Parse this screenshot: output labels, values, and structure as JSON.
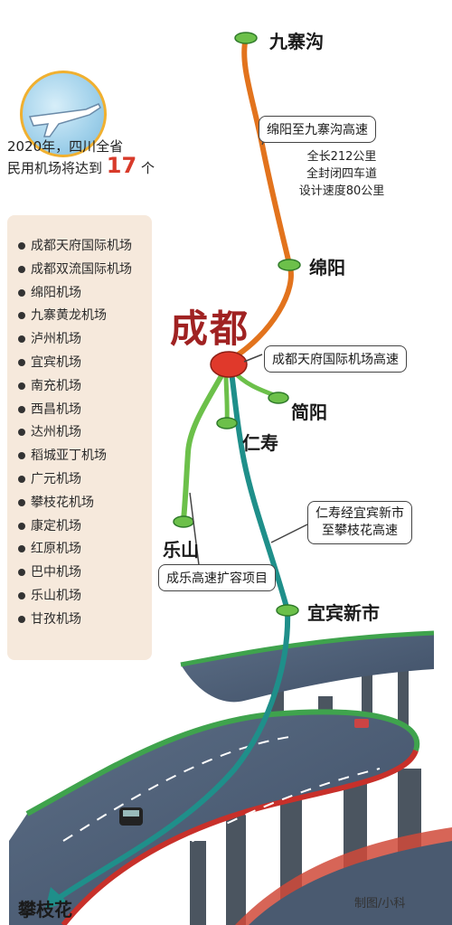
{
  "intro": {
    "line1": "2020年，四川全省",
    "line2_prefix": "民用机场将达到",
    "count": "17",
    "unit": "个"
  },
  "airports": [
    "成都天府国际机场",
    "成都双流国际机场",
    "绵阳机场",
    "九寨黄龙机场",
    "泸州机场",
    "宜宾机场",
    "南充机场",
    "西昌机场",
    "达州机场",
    "稻城亚丁机场",
    "广元机场",
    "攀枝花机场",
    "康定机场",
    "红原机场",
    "巴中机场",
    "乐山机场",
    "甘孜机场"
  ],
  "cities": {
    "jiuzhaigou": "九寨沟",
    "mianyang": "绵阳",
    "chengdu": "成都",
    "jianyang": "简阳",
    "renshou": "仁寿",
    "leshan": "乐山",
    "yibin_new": "宜宾新市",
    "panzhihua": "攀枝花"
  },
  "routes": {
    "mianyang_jiuzhaigou": {
      "name": "绵阳至九寨沟高速",
      "specs": [
        "全长212公里",
        "全封闭四车道",
        "设计速度80公里"
      ]
    },
    "tianfu_airport": {
      "name": "成都天府国际机场高速"
    },
    "renshou_panzhihua": {
      "name_line1": "仁寿经宜宾新市",
      "name_line2": "至攀枝花高速"
    },
    "chengle": {
      "name": "成乐高速扩容项目"
    }
  },
  "credit": "制图/小科",
  "colors": {
    "route_orange": "#e2731d",
    "route_green": "#6cc04a",
    "route_teal": "#1f8f8a",
    "chengdu_node": "#e0392b",
    "node_green": "#6cc04a",
    "chengdu_text": "#a02222",
    "count_red": "#d83a2a",
    "panel_bg": "#f6e9dc"
  }
}
